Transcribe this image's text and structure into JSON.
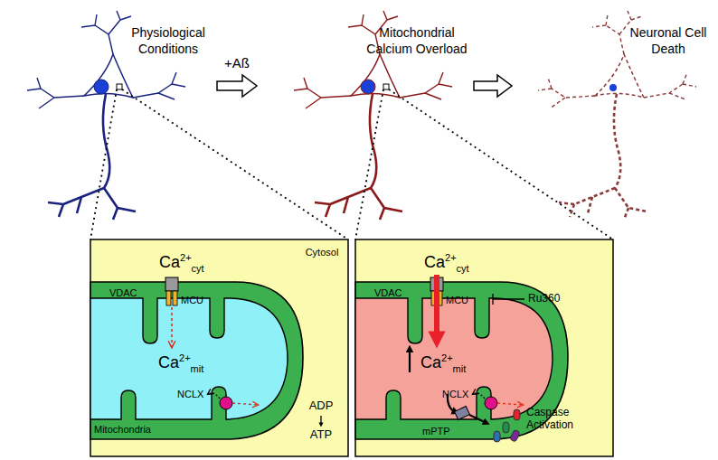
{
  "diagram": {
    "nodes": [
      {
        "text": [
          "Physiological Conditions"
        ]
      },
      {
        "text": [
          "Mitochondrial Calcium Overload"
        ]
      },
      {
        "text": [
          "Neuronal Cell Death"
        ]
      }
    ],
    "edges": [
      {
        "from": 0,
        "to": 1,
        "label": "+Aß",
        "arrow": "to"
      },
      {
        "from": 1,
        "to": 2,
        "arrow": "to"
      }
    ],
    "labels": [
      "Cytosol",
      "Ca",
      "2+",
      "cyt",
      "VDAC",
      "MCU",
      "Ca",
      "2+",
      "mit",
      "NCLX",
      "ADP",
      "ATP",
      "Mitochondria",
      "Ca",
      "2+",
      "cyt",
      "VDAC",
      "MCU",
      "Ru360",
      "Ca",
      "2+",
      "mit",
      "NCLX",
      "mPTP",
      "Caspase Activation"
    ]
  }
}
